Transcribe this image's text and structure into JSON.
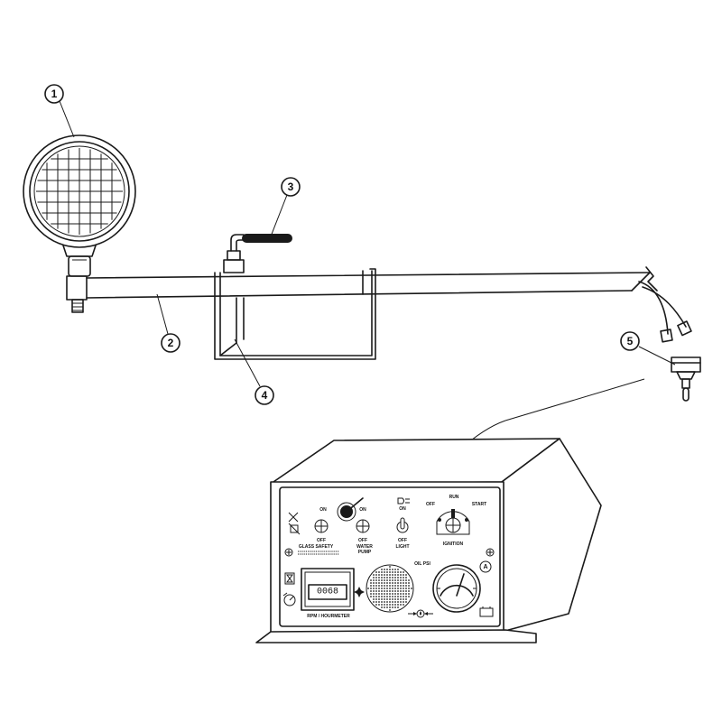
{
  "callouts": [
    {
      "id": "1",
      "part": "work-light"
    },
    {
      "id": "2",
      "part": "light-mounting-bar"
    },
    {
      "id": "3",
      "part": "mounting-knob"
    },
    {
      "id": "4",
      "part": "u-bracket"
    },
    {
      "id": "5",
      "part": "toggle-switch"
    }
  ],
  "panel": {
    "on_1": "ON",
    "off_1": "OFF",
    "glass_safety": "GLASS SAFETY",
    "on_2": "ON",
    "off_2": "OFF",
    "water_pump_1": "WATER",
    "water_pump_2": "PUMP",
    "light_on": "ON",
    "light_off": "OFF",
    "light": "LIGHT",
    "ign_off": "OFF",
    "ign_run": "RUN",
    "ign_start": "START",
    "ignition": "IGNITION",
    "hourmeter_value": "0068",
    "hourmeter_label": "RPM / HOURMETER",
    "oil_psi": "OIL PSI",
    "ammeter": "A"
  }
}
